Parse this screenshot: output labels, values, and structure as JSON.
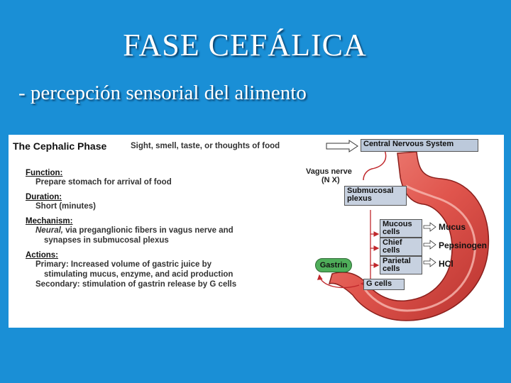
{
  "slide": {
    "title": "FASE CEFÁLICA",
    "subtitle": "- percepción sensorial del alimento"
  },
  "figure": {
    "heading": "The Cephalic Phase",
    "stimulus": "Sight, smell, taste, or thoughts of food",
    "function_label": "Function:",
    "function_text": "Prepare stomach for arrival of food",
    "duration_label": "Duration:",
    "duration_text": "Short (minutes)",
    "mechanism_label": "Mechanism:",
    "mechanism_em": "Neural,",
    "mechanism_text_1": " via preganglionic fibers in vagus nerve and",
    "mechanism_text_2": "synapses in submucosal plexus",
    "actions_label": "Actions:",
    "actions_primary_1": "Primary: Increased volume of gastric juice by",
    "actions_primary_2": "stimulating mucus, enzyme, and acid production",
    "actions_secondary": "Secondary: stimulation of gastrin release by G cells",
    "cns": "Central Nervous System",
    "vagus_1": "Vagus nerve",
    "vagus_2": "(N X)",
    "submucosal_1": "Submucosal",
    "submucosal_2": "plexus",
    "cells": [
      {
        "l1": "Mucous",
        "l2": "cells",
        "product": "Mucus"
      },
      {
        "l1": "Chief",
        "l2": "cells",
        "product": "Pepsinogen"
      },
      {
        "l1": "Parietal",
        "l2": "cells",
        "product": "HCl"
      }
    ],
    "gastrin": "Gastrin",
    "g_cells": "G cells"
  }
}
